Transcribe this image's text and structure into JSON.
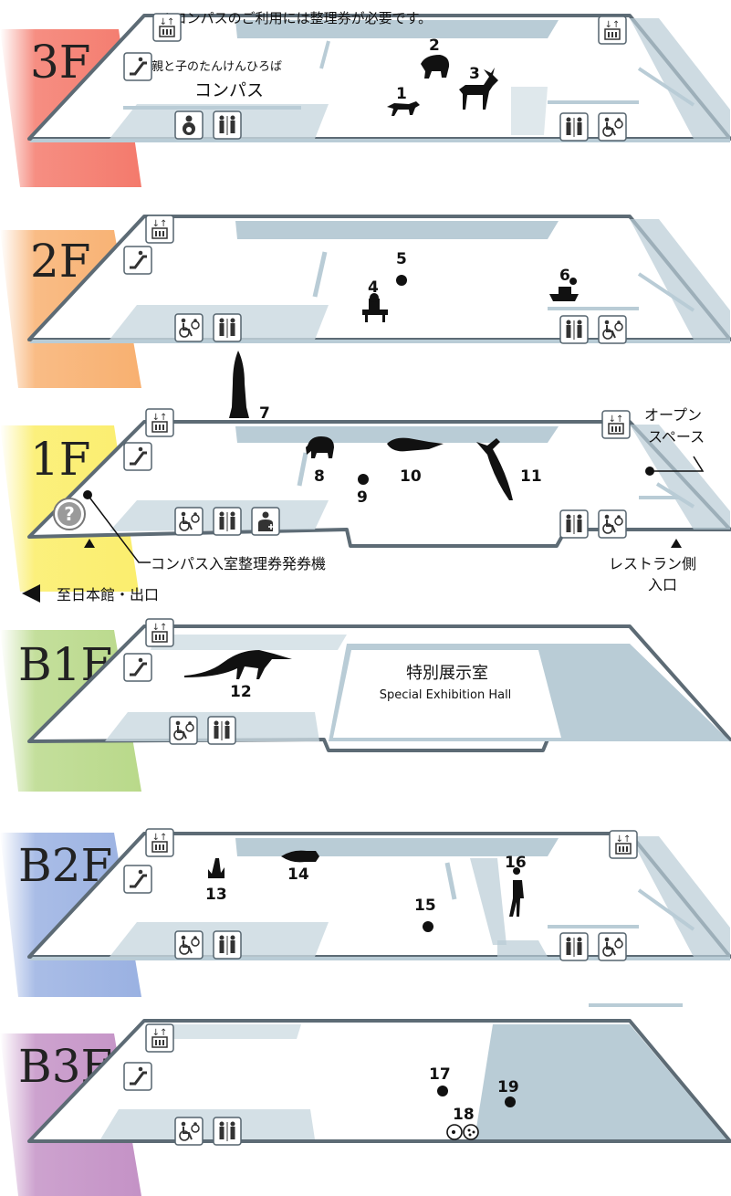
{
  "floors": [
    {
      "id": "3f",
      "label": "3F",
      "color": "#f47a6c"
    },
    {
      "id": "2f",
      "label": "2F",
      "color": "#f8b070"
    },
    {
      "id": "1f",
      "label": "1F",
      "color": "#fbee6e"
    },
    {
      "id": "b1f",
      "label": "B1F",
      "color": "#b9d98a"
    },
    {
      "id": "b2f",
      "label": "B2F",
      "color": "#9ab1e2"
    },
    {
      "id": "b3f",
      "label": "B3F",
      "color": "#c492c6"
    }
  ],
  "notes": {
    "compass_ticket": "※コンパスのご利用には整理券が必要です。",
    "compass_name_line1": "親と子のたんけんひろば",
    "compass_name_line2": "コンパス",
    "open_space_line1": "オープン",
    "open_space_line2": "スペース",
    "ticket_machine": "コンパス入室整理券発券機",
    "to_main_building": "至日本館・出口",
    "restaurant_entrance_line1": "レストラン側",
    "restaurant_entrance_line2": "入口",
    "special_hall_ja": "特別展示室",
    "special_hall_en": "Special Exhibition Hall"
  },
  "exhibits": [
    "1",
    "2",
    "3",
    "4",
    "5",
    "6",
    "7",
    "8",
    "9",
    "10",
    "11",
    "12",
    "13",
    "14",
    "15",
    "16",
    "17",
    "18",
    "19"
  ],
  "icons": [
    "elevator-icon",
    "escalator-icon",
    "restroom-icon",
    "accessible-restroom-icon",
    "nursing-room-icon",
    "first-aid-icon",
    "information-icon"
  ]
}
